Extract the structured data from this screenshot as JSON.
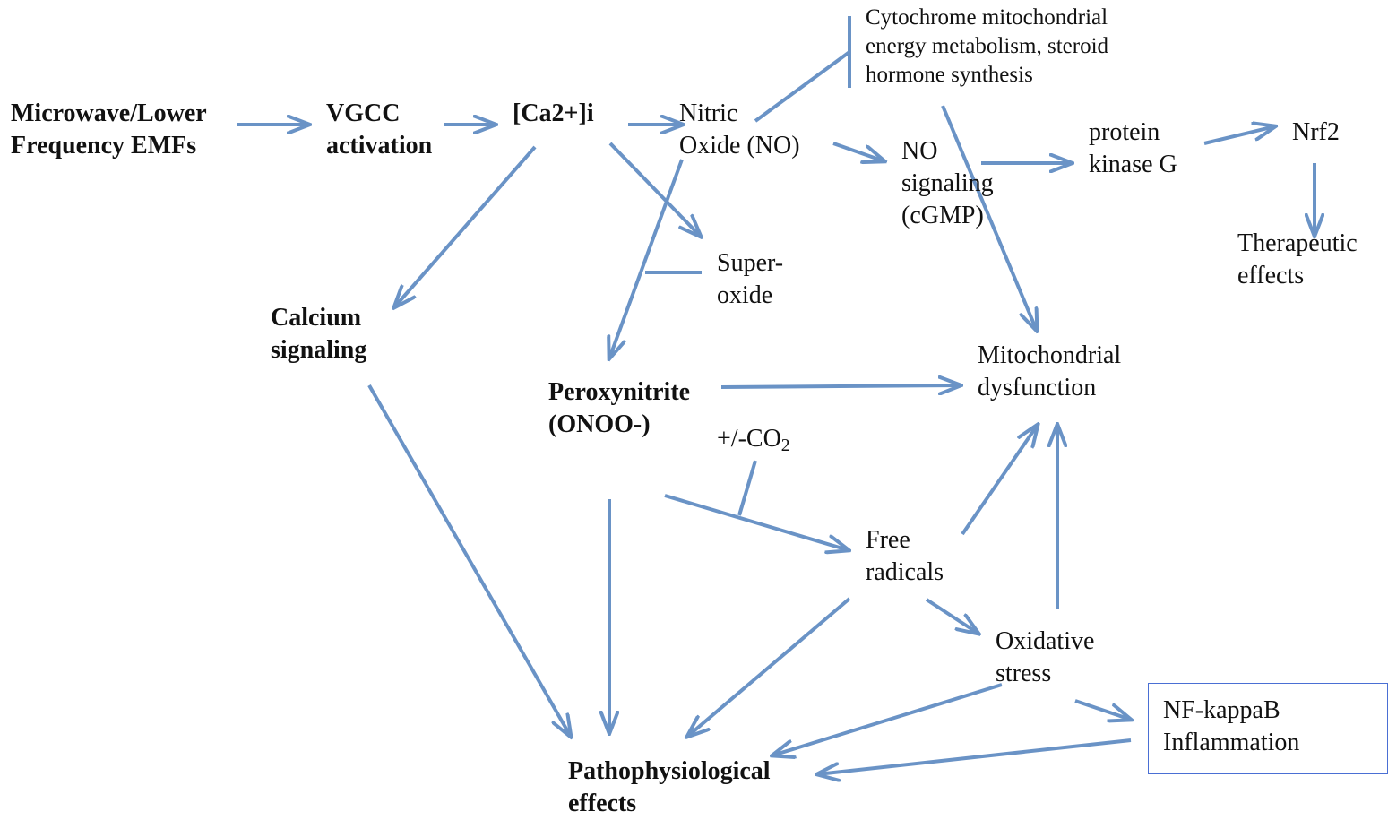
{
  "colors": {
    "arrow": "#6a93c6",
    "box_border": "#4a6fd4",
    "text": "#111111"
  },
  "nodes": {
    "emf": [
      "Microwave/Lower",
      "Frequency EMFs"
    ],
    "vgcc": [
      "VGCC",
      "activation"
    ],
    "ca": [
      "[Ca2+]i"
    ],
    "no": [
      "Nitric",
      "Oxide (NO)"
    ],
    "cytochrome": [
      "Cytochrome  mitochondrial",
      "energy metabolism, steroid",
      "hormone synthesis"
    ],
    "no_signaling": [
      "NO",
      "signaling",
      "(cGMP)"
    ],
    "pkg": [
      "protein",
      "kinase G"
    ],
    "nrf2": [
      "Nrf2"
    ],
    "therapeutic": [
      "Therapeutic",
      "effects"
    ],
    "superoxide": [
      "Super-",
      "oxide"
    ],
    "calcium_signaling": [
      "Calcium",
      "signaling"
    ],
    "peroxynitrite": [
      "Peroxynitrite",
      "(ONOO-)"
    ],
    "mito": [
      "Mitochondrial",
      "dysfunction"
    ],
    "co2": {
      "text": "+/-CO",
      "sub": "2"
    },
    "free_radicals": [
      "Free",
      "radicals"
    ],
    "oxidative": [
      "Oxidative",
      "stress"
    ],
    "nfkb": [
      "NF-kappaB",
      "Inflammation"
    ],
    "patho": [
      "Pathophysiological",
      "effects"
    ]
  }
}
